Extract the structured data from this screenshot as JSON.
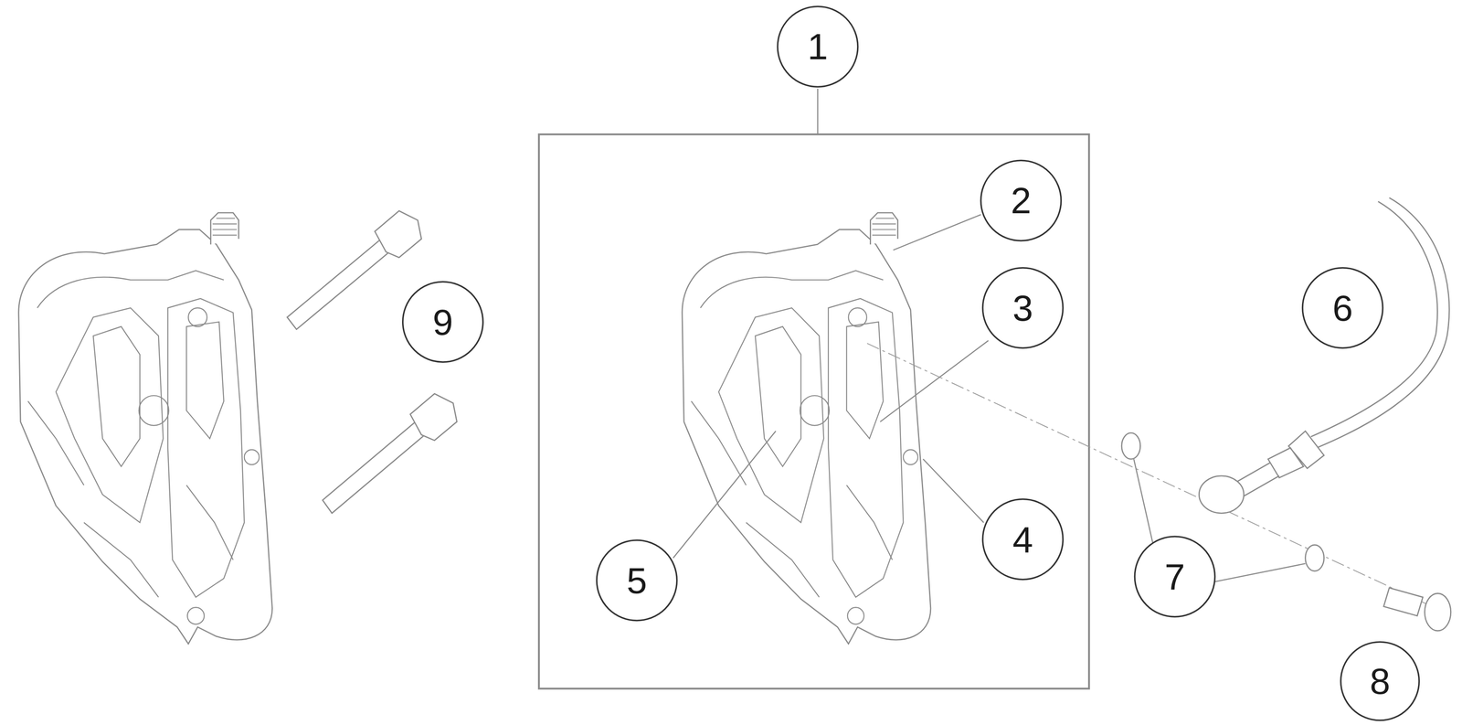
{
  "diagram": {
    "labels": [
      "1",
      "2",
      "9",
      "3",
      "6",
      "4",
      "7",
      "5",
      "8"
    ]
  }
}
